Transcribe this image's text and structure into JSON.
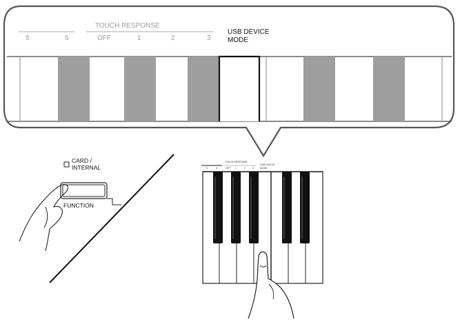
{
  "zoom_panel": {
    "numbers_left": [
      "5",
      "6"
    ],
    "group_title": "TOUCH RESPONSE",
    "numbers_group": [
      "OFF",
      "1",
      "2",
      "3"
    ],
    "usb_label_line1": "USB DEVICE",
    "usb_label_line2": "MODE"
  },
  "button_panel": {
    "card_label_line1": "CARD /",
    "card_label_line2": "INTERNAL",
    "function_label": "FUNCTION"
  },
  "keyboard": {
    "numbers_left": [
      "5",
      "6"
    ],
    "group_title": "TOUCH RESPONSE",
    "numbers_group": [
      "OFF",
      "1",
      "2",
      "3"
    ],
    "usb_label_line1": "USB DEVICE",
    "usb_label_line2": "MODE"
  },
  "colors": {
    "key_grey": "#9e9e9e",
    "outline": "#555555"
  }
}
